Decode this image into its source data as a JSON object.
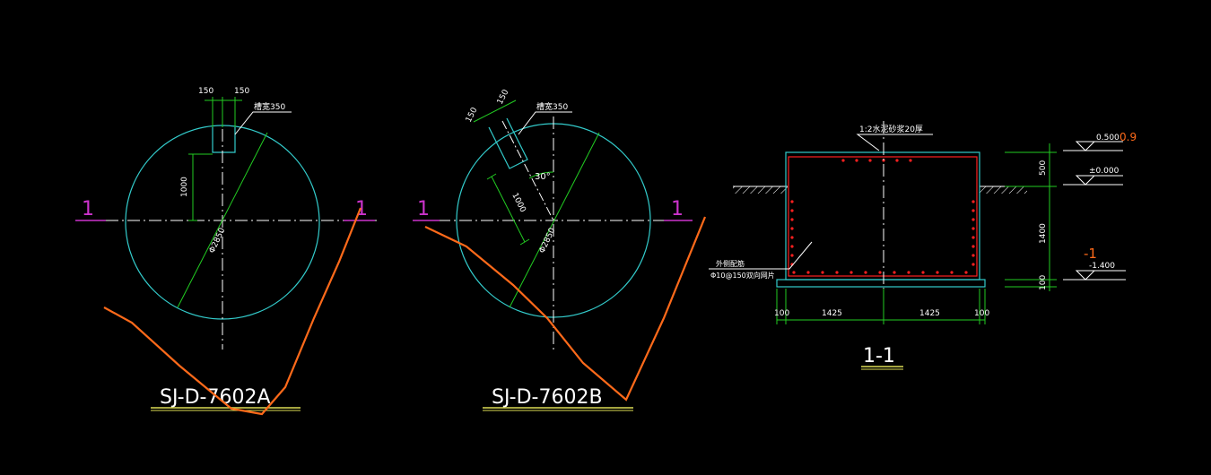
{
  "colors": {
    "background": "#000000",
    "outline": "#33cccc",
    "centerline": "#ffffff",
    "dimension": "#22cc22",
    "section_mark": "#cc33cc",
    "markup": "#ff6a1a",
    "rebar": "#ff2020",
    "title_text": "#ffffff",
    "title_underline": "#dddd55",
    "annotation": "#ffffff"
  },
  "icons": {
    "elevation_marker": "elevation-triangle-icon",
    "ground": "soil-hatch-icon"
  },
  "plan_a": {
    "title": "SJ-D-7602A",
    "dim_left": "150",
    "dim_right": "150",
    "note": "槽宽350",
    "dim_vertical": "1000",
    "dim_diameter": "Φ2850",
    "section_left": "1",
    "section_right": "1"
  },
  "plan_b": {
    "title": "SJ-D-7602B",
    "dim_left": "150",
    "dim_right": "150",
    "note": "槽宽350",
    "angle": "30°",
    "dim_vertical": "1000",
    "dim_diameter": "Φ2850",
    "section_left": "1",
    "section_right": "1"
  },
  "section": {
    "title": "1-1",
    "top_note": "1:2水泥砂浆20厚",
    "rebar_note_line1": "外侧配筋",
    "rebar_note_line2": "Φ10@150双向网片",
    "dim_bottom": [
      "100",
      "1425",
      "1425",
      "100"
    ],
    "dim_right": [
      "500",
      "1400",
      "100"
    ],
    "elevations": [
      {
        "value": "0.500",
        "extra": "0.9"
      },
      {
        "value": "±0.000",
        "extra": ""
      },
      {
        "value": "-1.400",
        "extra": "-1"
      }
    ]
  }
}
